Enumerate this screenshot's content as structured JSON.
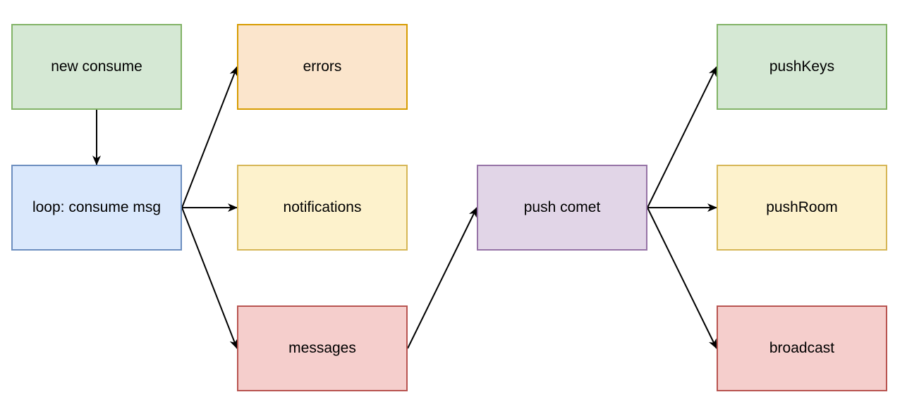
{
  "nodes": {
    "new_consume": {
      "label": "new consume",
      "fill": "#d5e8d4",
      "stroke": "#82b366"
    },
    "loop": {
      "label": "loop: consume msg",
      "fill": "#dae8fc",
      "stroke": "#6c8ebf"
    },
    "errors": {
      "label": "errors",
      "fill": "#fbe5cc",
      "stroke": "#d79b00"
    },
    "notifications": {
      "label": "notifications",
      "fill": "#fdf2cc",
      "stroke": "#d6b656"
    },
    "messages": {
      "label": "messages",
      "fill": "#f5cecc",
      "stroke": "#b85450"
    },
    "push_comet": {
      "label": "push comet",
      "fill": "#e1d5e7",
      "stroke": "#9673a6"
    },
    "push_keys": {
      "label": "pushKeys",
      "fill": "#d5e8d4",
      "stroke": "#82b366"
    },
    "push_room": {
      "label": "pushRoom",
      "fill": "#fdf2cc",
      "stroke": "#d6b656"
    },
    "broadcast": {
      "label": "broadcast",
      "fill": "#f5cecc",
      "stroke": "#b85450"
    }
  },
  "edges": [
    {
      "from": "new_consume",
      "to": "loop"
    },
    {
      "from": "loop",
      "to": "errors"
    },
    {
      "from": "loop",
      "to": "notifications"
    },
    {
      "from": "loop",
      "to": "messages"
    },
    {
      "from": "messages",
      "to": "push_comet"
    },
    {
      "from": "push_comet",
      "to": "push_keys"
    },
    {
      "from": "push_comet",
      "to": "push_room"
    },
    {
      "from": "push_comet",
      "to": "broadcast"
    }
  ],
  "edge_color": "#000000"
}
